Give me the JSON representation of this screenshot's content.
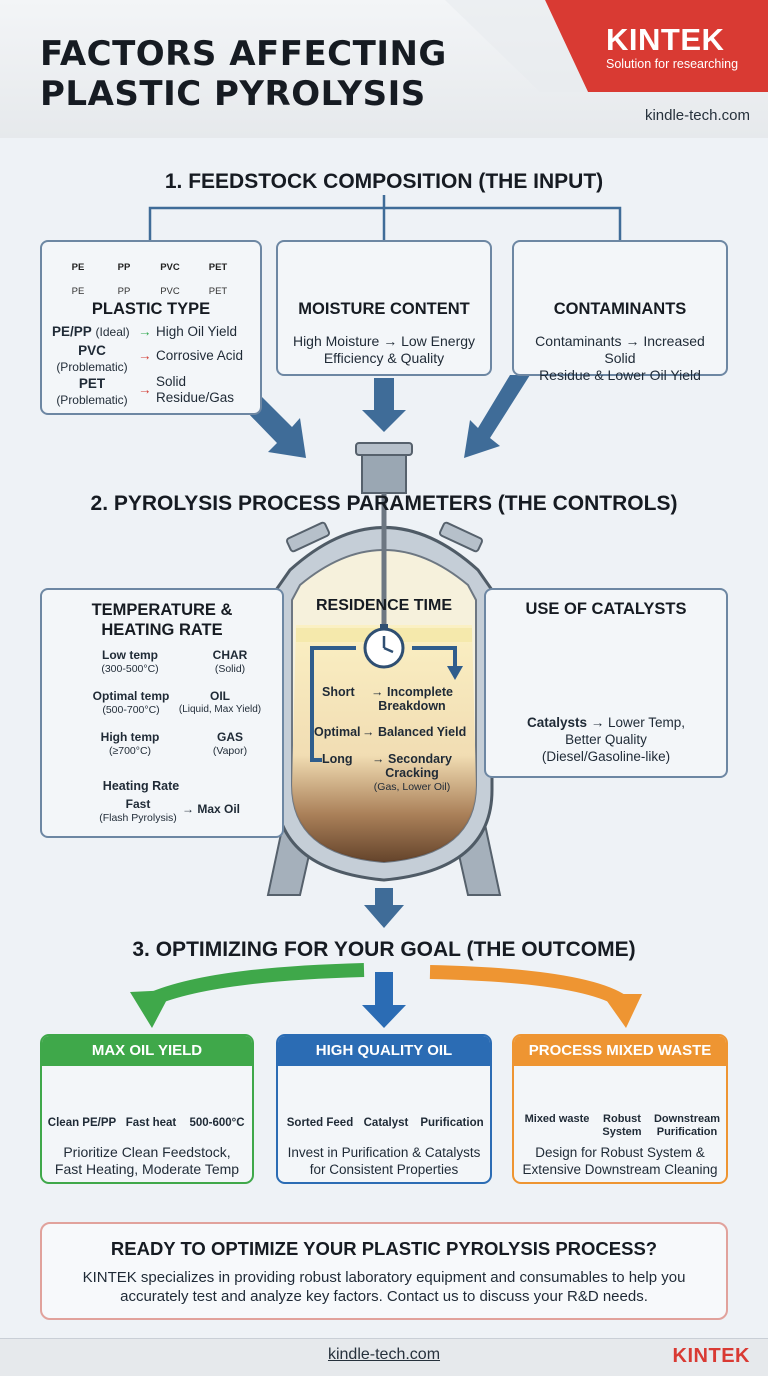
{
  "header": {
    "title_line1": "FACTORS AFFECTING",
    "title_line2": "PLASTIC PYROLYSIS",
    "brand": "KINTEK",
    "tagline": "Solution for researching",
    "url": "kindle-tech.com"
  },
  "section1": {
    "title": "1. FEEDSTOCK COMPOSITION (THE INPUT)",
    "plastic_type": {
      "title": "PLASTIC TYPE",
      "recycle_symbols": [
        {
          "label": "PE",
          "code": "PE"
        },
        {
          "label": "PP",
          "code": "PP"
        },
        {
          "label": "PVC",
          "code": "PVC"
        },
        {
          "label": "PET",
          "code": "PET"
        }
      ],
      "rows": [
        {
          "material": "PE/PP",
          "note": "(Ideal)",
          "result": "High Oil Yield",
          "arrow_color": "#2fa84f"
        },
        {
          "material": "PVC",
          "note": "(Problematic)",
          "result": "Corrosive Acid",
          "arrow_color": "#d23b32"
        },
        {
          "material": "PET",
          "note": "(Problematic)",
          "result_line1": "Solid",
          "result_line2": "Residue/Gas",
          "arrow_color": "#d23b32"
        }
      ]
    },
    "moisture": {
      "title": "MOISTURE CONTENT",
      "line1": "High Moisture → Low Energy",
      "line2": "Efficiency & Quality"
    },
    "contaminants": {
      "title": "CONTAMINANTS",
      "line1": "Contaminants → Increased Solid",
      "line2": "Residue & Lower Oil Yield"
    }
  },
  "section2": {
    "title": "2. PYROLYSIS PROCESS PARAMETERS (THE CONTROLS)",
    "temperature": {
      "title_line1": "TEMPERATURE &",
      "title_line2": "HEATING RATE",
      "rows": [
        {
          "label": "Low temp",
          "range": "(300-500°C)",
          "product": "CHAR",
          "product_note": "(Solid)",
          "arrow_color": "#2f6aa8"
        },
        {
          "label": "Optimal temp",
          "range": "(500-700°C)",
          "product": "OIL",
          "product_note": "(Liquid, Max Yield)",
          "arrow_color": "#e8b22a"
        },
        {
          "label": "High temp",
          "range": "(≥700°C)",
          "product": "GAS",
          "product_note": "(Vapor)",
          "arrow_color": "#d23b32"
        }
      ],
      "heating_rate_title": "Heating Rate",
      "heating_rate_fast": "Fast",
      "heating_rate_note": "(Flash Pyrolysis)",
      "heating_rate_result": "→ Max Oil"
    },
    "residence": {
      "title": "RESIDENCE TIME",
      "rows": [
        {
          "label": "Short",
          "result_line1": "→ Incomplete",
          "result_line2": "Breakdown"
        },
        {
          "label": "Optimal",
          "result_line1": "→ Balanced Yield",
          "result_line2": ""
        },
        {
          "label": "Long",
          "result_line1": "→ Secondary",
          "result_line2": "Cracking",
          "result_note": "(Gas, Lower Oil)"
        }
      ]
    },
    "catalysts": {
      "title": "USE OF CATALYSTS",
      "line1_bold": "Catalysts",
      "line1_rest": " → Lower Temp,",
      "line2": "Better Quality",
      "line3": "(Diesel/Gasoline-like)"
    }
  },
  "section3": {
    "title": "3. OPTIMIZING FOR YOUR GOAL (THE OUTCOME)",
    "cards": [
      {
        "title": "MAX OIL YIELD",
        "color": "#3fa84a",
        "icons": [
          {
            "name": "bottles-icon",
            "label": "Clean PE/PP"
          },
          {
            "name": "stopwatch-icon",
            "label": "Fast heat"
          },
          {
            "name": "thermometer-icon",
            "label": "500-600°C"
          }
        ],
        "line1": "Prioritize Clean Feedstock,",
        "line2": "Fast Heating, Moderate Temp"
      },
      {
        "title": "HIGH QUALITY OIL",
        "color": "#2b6cb4",
        "icons": [
          {
            "name": "sorted-feed-icon",
            "label": "Sorted Feed"
          },
          {
            "name": "gear-icon",
            "label": "Catalyst"
          },
          {
            "name": "droplet-icon",
            "label": "Purification"
          }
        ],
        "line1": "Invest in Purification & Catalysts",
        "line2": "for Consistent Properties"
      },
      {
        "title": "PROCESS MIXED WASTE",
        "color": "#ee9532",
        "icons": [
          {
            "name": "mixed-waste-icon",
            "label": "Mixed waste"
          },
          {
            "name": "robust-gear-icon",
            "label": "Robust System"
          },
          {
            "name": "funnel-icon",
            "label": "Downstream Purification"
          }
        ],
        "line1": "Design for Robust System &",
        "line2": "Extensive Downstream Cleaning"
      }
    ]
  },
  "cta": {
    "title": "READY TO OPTIMIZE YOUR PLASTIC PYROLYSIS PROCESS?",
    "line1": "KINTEK specializes in providing robust laboratory equipment and consumables to help you",
    "line2": "accurately test and analyze key factors. Contact us to discuss your R&D needs."
  },
  "footer": {
    "url": "kindle-tech.com",
    "brand": "KINTEK"
  }
}
